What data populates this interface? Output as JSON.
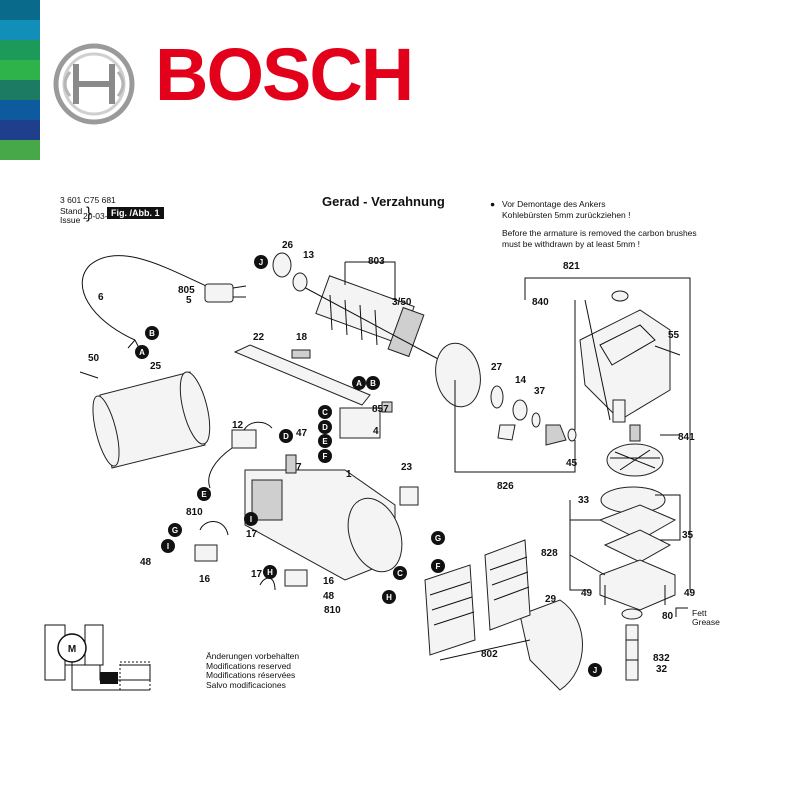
{
  "brand": {
    "logo_text": "BOSCH",
    "stripe_colors": [
      "#0a6a8c",
      "#118fb8",
      "#1b9a5a",
      "#2db34a",
      "#1c7c63",
      "#0e5a9e",
      "#1f3f8c",
      "#47a84a"
    ],
    "accent": "#e2001a"
  },
  "header": {
    "part_number": "3 601 C75 681",
    "stand_label": "Stand",
    "issue_label": "Issue",
    "date": "20-03-17",
    "fig_label": "Fig. /Abb. 1"
  },
  "title": "Gerad - Verzahnung",
  "notes": {
    "bullet": "●",
    "de_line1": "Vor Demontage des Ankers",
    "de_line2": "Kohlebürsten 5mm zurückziehen !",
    "en_line1": "Before the armature is removed the carbon brushes",
    "en_line2": "must be withdrawn by at least 5mm !"
  },
  "modifications": [
    "Änderungen vorbehalten",
    "Modifications reserved",
    "Modifications réservées",
    "Salvo modificaciones"
  ],
  "grease_label": {
    "de": "Fett",
    "en": "Grease"
  },
  "motor_symbol": "M",
  "parts": [
    {
      "id": "p26",
      "text": "26"
    },
    {
      "id": "p13",
      "text": "13"
    },
    {
      "id": "p803",
      "text": "803"
    },
    {
      "id": "p805",
      "text": "805"
    },
    {
      "id": "p5",
      "text": "5"
    },
    {
      "id": "p6",
      "text": "6"
    },
    {
      "id": "p350",
      "text": "3/50"
    },
    {
      "id": "p22",
      "text": "22"
    },
    {
      "id": "p18",
      "text": "18"
    },
    {
      "id": "p50",
      "text": "50"
    },
    {
      "id": "p25",
      "text": "25"
    },
    {
      "id": "p857",
      "text": "857"
    },
    {
      "id": "p4",
      "text": "4"
    },
    {
      "id": "p12",
      "text": "12"
    },
    {
      "id": "p47",
      "text": "47"
    },
    {
      "id": "p7",
      "text": "7"
    },
    {
      "id": "p1",
      "text": "1"
    },
    {
      "id": "p23",
      "text": "23"
    },
    {
      "id": "p810a",
      "text": "810"
    },
    {
      "id": "p17a",
      "text": "17"
    },
    {
      "id": "p48a",
      "text": "48"
    },
    {
      "id": "p16a",
      "text": "16"
    },
    {
      "id": "p17b",
      "text": "17"
    },
    {
      "id": "p16b",
      "text": "16"
    },
    {
      "id": "p48b",
      "text": "48"
    },
    {
      "id": "p810b",
      "text": "810"
    },
    {
      "id": "p27",
      "text": "27"
    },
    {
      "id": "p14",
      "text": "14"
    },
    {
      "id": "p37",
      "text": "37"
    },
    {
      "id": "p45",
      "text": "45"
    },
    {
      "id": "p826",
      "text": "826"
    },
    {
      "id": "p821",
      "text": "821"
    },
    {
      "id": "p840",
      "text": "840"
    },
    {
      "id": "p55",
      "text": "55"
    },
    {
      "id": "p841",
      "text": "841"
    },
    {
      "id": "p33",
      "text": "33"
    },
    {
      "id": "p35",
      "text": "35"
    },
    {
      "id": "p828",
      "text": "828"
    },
    {
      "id": "p49a",
      "text": "49"
    },
    {
      "id": "p49b",
      "text": "49"
    },
    {
      "id": "p80",
      "text": "80"
    },
    {
      "id": "p29",
      "text": "29"
    },
    {
      "id": "p802",
      "text": "802"
    },
    {
      "id": "p832",
      "text": "832"
    },
    {
      "id": "p32",
      "text": "32"
    }
  ],
  "markers": [
    {
      "id": "mJ1",
      "text": "J"
    },
    {
      "id": "mB1",
      "text": "B"
    },
    {
      "id": "mA1",
      "text": "A"
    },
    {
      "id": "mA2",
      "text": "A"
    },
    {
      "id": "mB2",
      "text": "B"
    },
    {
      "id": "mC1",
      "text": "C"
    },
    {
      "id": "mD1",
      "text": "D"
    },
    {
      "id": "mE1",
      "text": "E"
    },
    {
      "id": "mF1",
      "text": "F"
    },
    {
      "id": "mD2",
      "text": "D"
    },
    {
      "id": "mE2",
      "text": "E"
    },
    {
      "id": "mI1",
      "text": "I"
    },
    {
      "id": "mI2",
      "text": "I"
    },
    {
      "id": "mG1",
      "text": "G"
    },
    {
      "id": "mH1",
      "text": "H"
    },
    {
      "id": "mG2",
      "text": "G"
    },
    {
      "id": "mF2",
      "text": "F"
    },
    {
      "id": "mC2",
      "text": "C"
    },
    {
      "id": "mH2",
      "text": "H"
    },
    {
      "id": "mJ2",
      "text": "J"
    }
  ]
}
